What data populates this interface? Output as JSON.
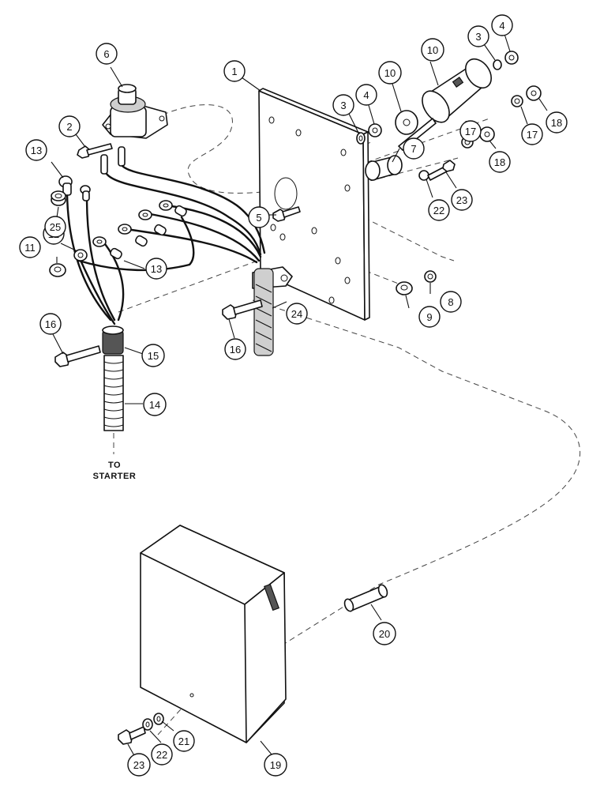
{
  "note_text": [
    "TO",
    "STARTER"
  ],
  "callouts": [
    {
      "id": "c1",
      "label": "1"
    },
    {
      "id": "c2",
      "label": "2"
    },
    {
      "id": "c3a",
      "label": "3"
    },
    {
      "id": "c3b",
      "label": "3"
    },
    {
      "id": "c4a",
      "label": "4"
    },
    {
      "id": "c4b",
      "label": "4"
    },
    {
      "id": "c5",
      "label": "5"
    },
    {
      "id": "c6",
      "label": "6"
    },
    {
      "id": "c7",
      "label": "7"
    },
    {
      "id": "c8",
      "label": "8"
    },
    {
      "id": "c9",
      "label": "9"
    },
    {
      "id": "c10a",
      "label": "10"
    },
    {
      "id": "c10b",
      "label": "10"
    },
    {
      "id": "c11",
      "label": "11"
    },
    {
      "id": "c12",
      "label": "12"
    },
    {
      "id": "c13a",
      "label": "13"
    },
    {
      "id": "c13b",
      "label": "13"
    },
    {
      "id": "c14",
      "label": "14"
    },
    {
      "id": "c15",
      "label": "15"
    },
    {
      "id": "c16a",
      "label": "16"
    },
    {
      "id": "c16b",
      "label": "16"
    },
    {
      "id": "c17a",
      "label": "17"
    },
    {
      "id": "c17b",
      "label": "17"
    },
    {
      "id": "c18a",
      "label": "18"
    },
    {
      "id": "c18b",
      "label": "18"
    },
    {
      "id": "c19",
      "label": "19"
    },
    {
      "id": "c20",
      "label": "20"
    },
    {
      "id": "c21",
      "label": "21"
    },
    {
      "id": "c22a",
      "label": "22"
    },
    {
      "id": "c22b",
      "label": "22"
    },
    {
      "id": "c23a",
      "label": "23"
    },
    {
      "id": "c23b",
      "label": "23"
    },
    {
      "id": "c24",
      "label": "24"
    },
    {
      "id": "c25",
      "label": "25"
    }
  ]
}
